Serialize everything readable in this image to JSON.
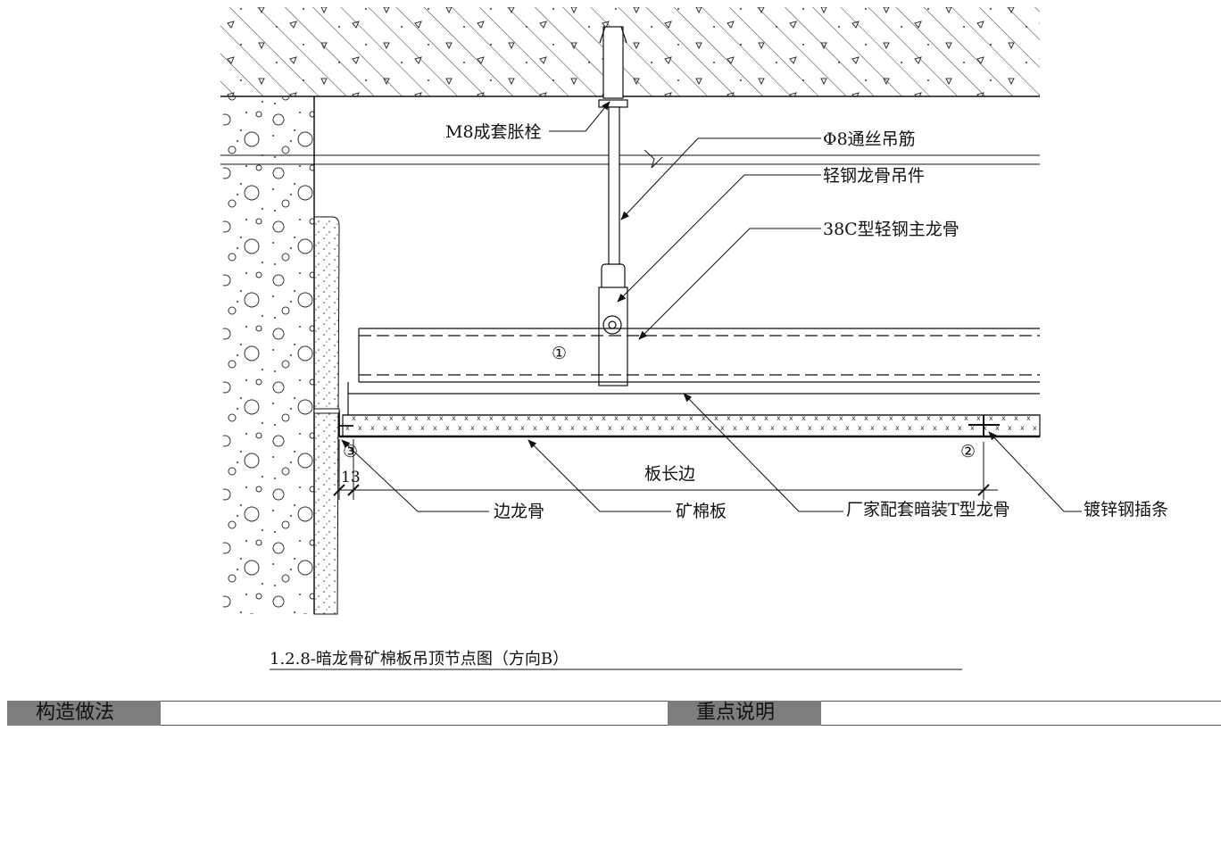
{
  "labels": {
    "anchor_bolt": "M8成套胀栓",
    "hanger_rod": "Φ8通丝吊筋",
    "hanger_clip": "轻钢龙骨吊件",
    "main_runner": "38C型轻钢主龙骨",
    "edge_keel": "边龙骨",
    "mineral_board": "矿棉板",
    "t_keel": "厂家配套暗装T型龙骨",
    "spline": "镀锌钢插条",
    "board_long_edge": "板长边",
    "dim_13": "13",
    "marker_1": "①",
    "marker_2": "②",
    "marker_3": "③"
  },
  "drawing_title": "1.2.8-暗龙骨矿棉板吊顶节点图（方向B）",
  "bottom_bar": {
    "left_heading": "构造做法",
    "right_heading": "重点说明"
  }
}
